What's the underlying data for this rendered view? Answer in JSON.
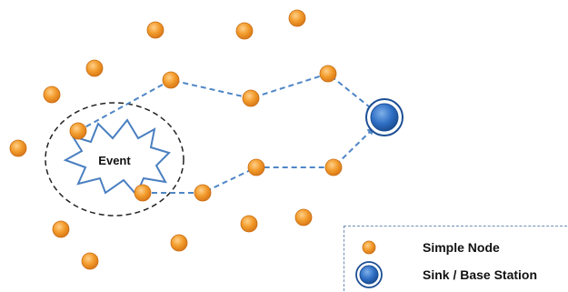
{
  "event": {
    "label": "Event"
  },
  "legend": {
    "simple_node_label": "Simple Node",
    "sink_label": "Sink / Base Station"
  },
  "colors": {
    "node_fill": "#f29b2b",
    "node_stroke": "#c96d12",
    "sink_fill": "#2f6fc4",
    "sink_stroke": "#1c4f94",
    "path": "#4f86c6",
    "event_star": "#4a7fc0",
    "event_region": "#222222"
  },
  "icons": [
    "simple-node-icon",
    "sink-icon",
    "event-burst-icon"
  ]
}
